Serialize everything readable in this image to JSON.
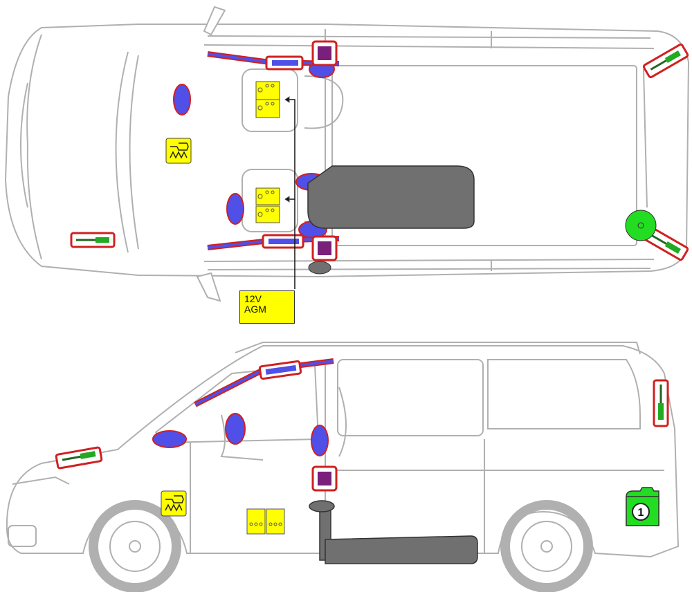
{
  "battery_label": {
    "line1": "12V",
    "line2": "AGM"
  },
  "side_view": {
    "tank_badge_number": "1"
  },
  "legend_colors": {
    "airbag": "#5050e8",
    "airbag_outline": "#d02020",
    "gas_generator": "#7a1f7a",
    "gas_spring": "#22aa22",
    "battery": "#ffff00",
    "fuel_tank": "#707070",
    "hv_tank": "#22dd22",
    "vehicle_outline": "#b0b0b0"
  },
  "icons": [
    "airbag-icon",
    "gas-generator-icon",
    "gas-spring-icon",
    "battery-icon",
    "preheater-icon",
    "fuel-tank-icon",
    "auxiliary-tank-icon"
  ]
}
